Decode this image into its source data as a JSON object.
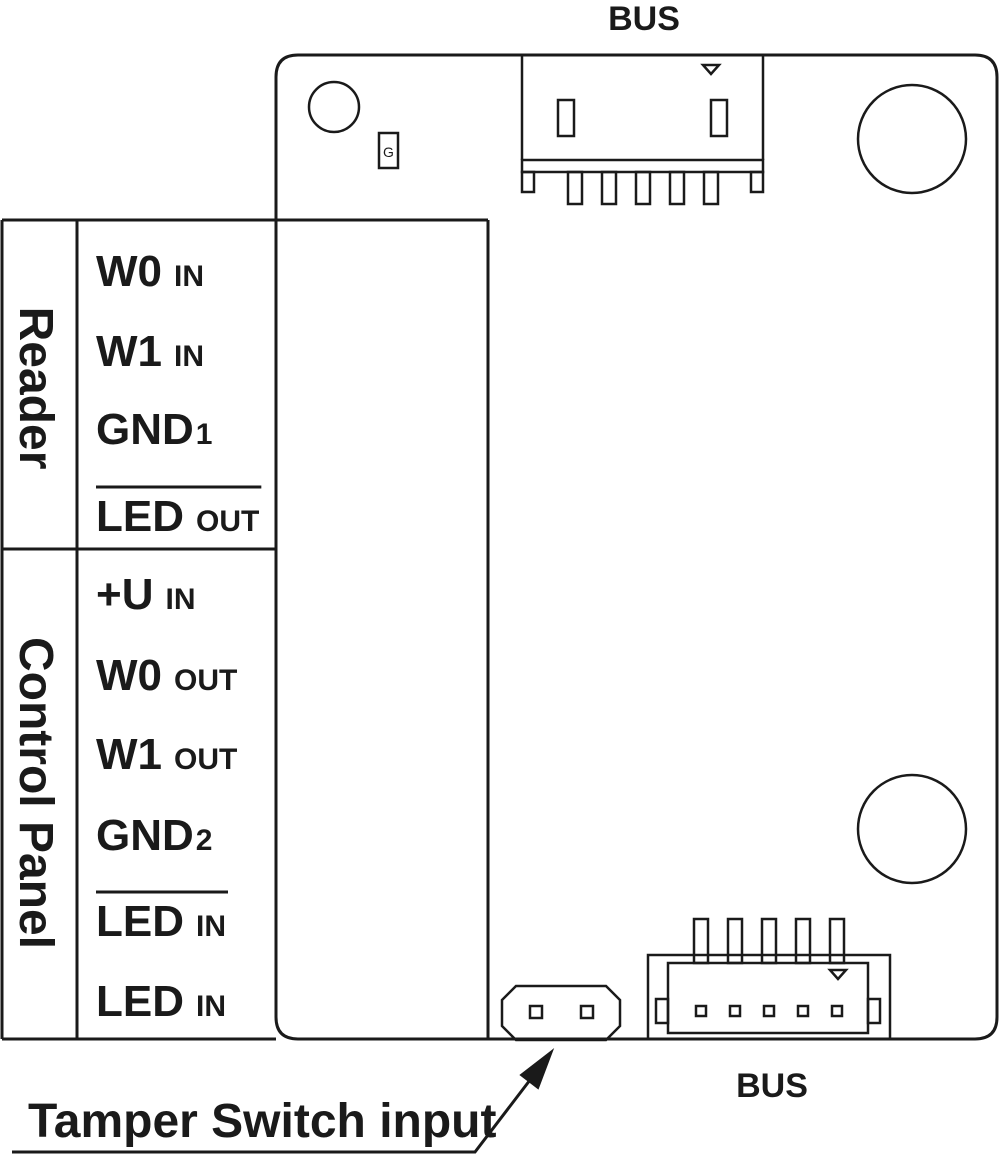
{
  "connectors": {
    "top_bus_label": "BUS",
    "bottom_bus_label": "BUS"
  },
  "led_marker": "G",
  "groups": {
    "reader": "Reader",
    "control_panel": "Control Panel"
  },
  "terminals": [
    {
      "main": "W0",
      "sub": "IN",
      "overline": false
    },
    {
      "main": "W1",
      "sub": "IN",
      "overline": false
    },
    {
      "main": "GND",
      "sub": "1",
      "overline": false
    },
    {
      "main": "LED",
      "sub": "OUT",
      "overline": true
    },
    {
      "main": "+U",
      "sub": "IN",
      "overline": false
    },
    {
      "main": "W0",
      "sub": "OUT",
      "overline": false
    },
    {
      "main": "W1",
      "sub": "OUT",
      "overline": false
    },
    {
      "main": "GND",
      "sub": "2",
      "overline": false
    },
    {
      "main": "LED",
      "sub": "IN",
      "overline": true
    },
    {
      "main": "LED",
      "sub": "IN",
      "overline": false
    }
  ],
  "tamper_label": "Tamper Switch input"
}
